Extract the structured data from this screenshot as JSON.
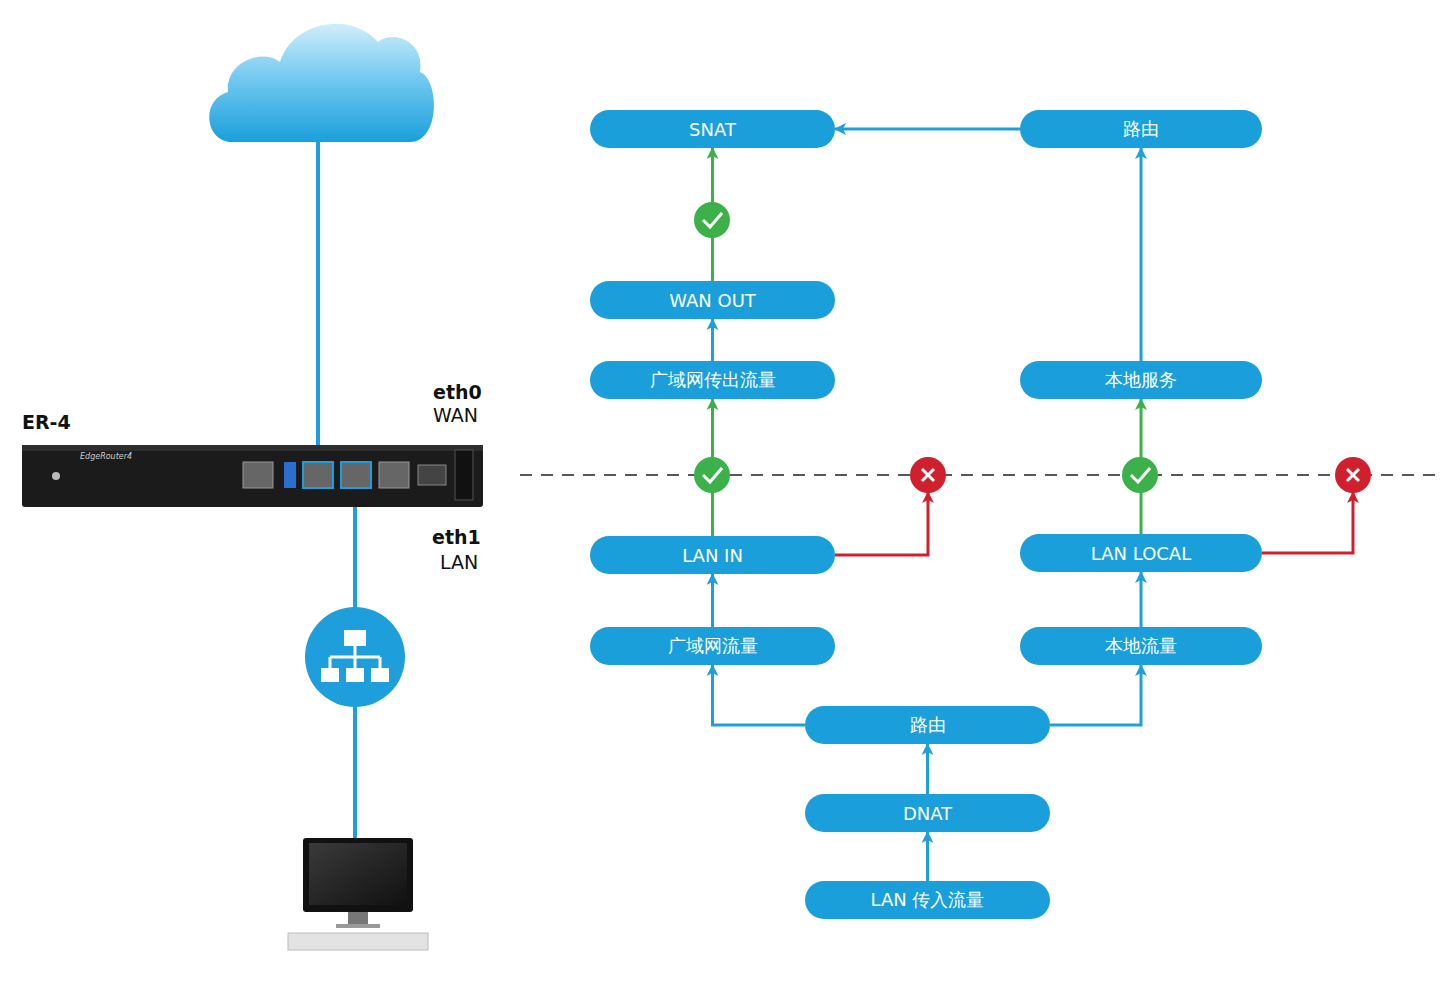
{
  "diagram": {
    "nodes": [
      {
        "text": [
          "SNAT"
        ]
      },
      {
        "text": [
          "路由"
        ]
      },
      {
        "text": [
          "WAN OUT"
        ]
      },
      {
        "text": [
          "广域网传出流量"
        ]
      },
      {
        "text": [
          "本地服务"
        ]
      },
      {
        "text": [
          "LAN IN"
        ]
      },
      {
        "text": [
          "LAN LOCAL"
        ]
      },
      {
        "text": [
          "广域网流量"
        ]
      },
      {
        "text": [
          "本地流量"
        ]
      },
      {
        "text": [
          "路由"
        ]
      },
      {
        "text": [
          "DNAT"
        ]
      },
      {
        "text": [
          "LAN 传入流量"
        ]
      }
    ],
    "edges": [
      {
        "from": 1,
        "to": 0,
        "arrow": "to"
      },
      {
        "from": 2,
        "to": 0,
        "arrow": "to"
      },
      {
        "from": 3,
        "to": 2,
        "arrow": "to"
      },
      {
        "from": 5,
        "to": 3,
        "arrow": "to"
      },
      {
        "from": 4,
        "to": 1,
        "arrow": "to"
      },
      {
        "from": 6,
        "to": 4,
        "arrow": "to"
      },
      {
        "from": 7,
        "to": 5,
        "arrow": "to"
      },
      {
        "from": 8,
        "to": 6,
        "arrow": "to"
      },
      {
        "from": 9,
        "to": 7,
        "arrow": "to"
      },
      {
        "from": 9,
        "to": 8,
        "arrow": "to"
      },
      {
        "from": 10,
        "to": 9,
        "arrow": "to"
      },
      {
        "from": 11,
        "to": 10,
        "arrow": "to"
      }
    ],
    "labels": [
      "ER-4",
      "eth0",
      "WAN",
      "eth1",
      "LAN",
      "EdgeRouter4"
    ]
  }
}
